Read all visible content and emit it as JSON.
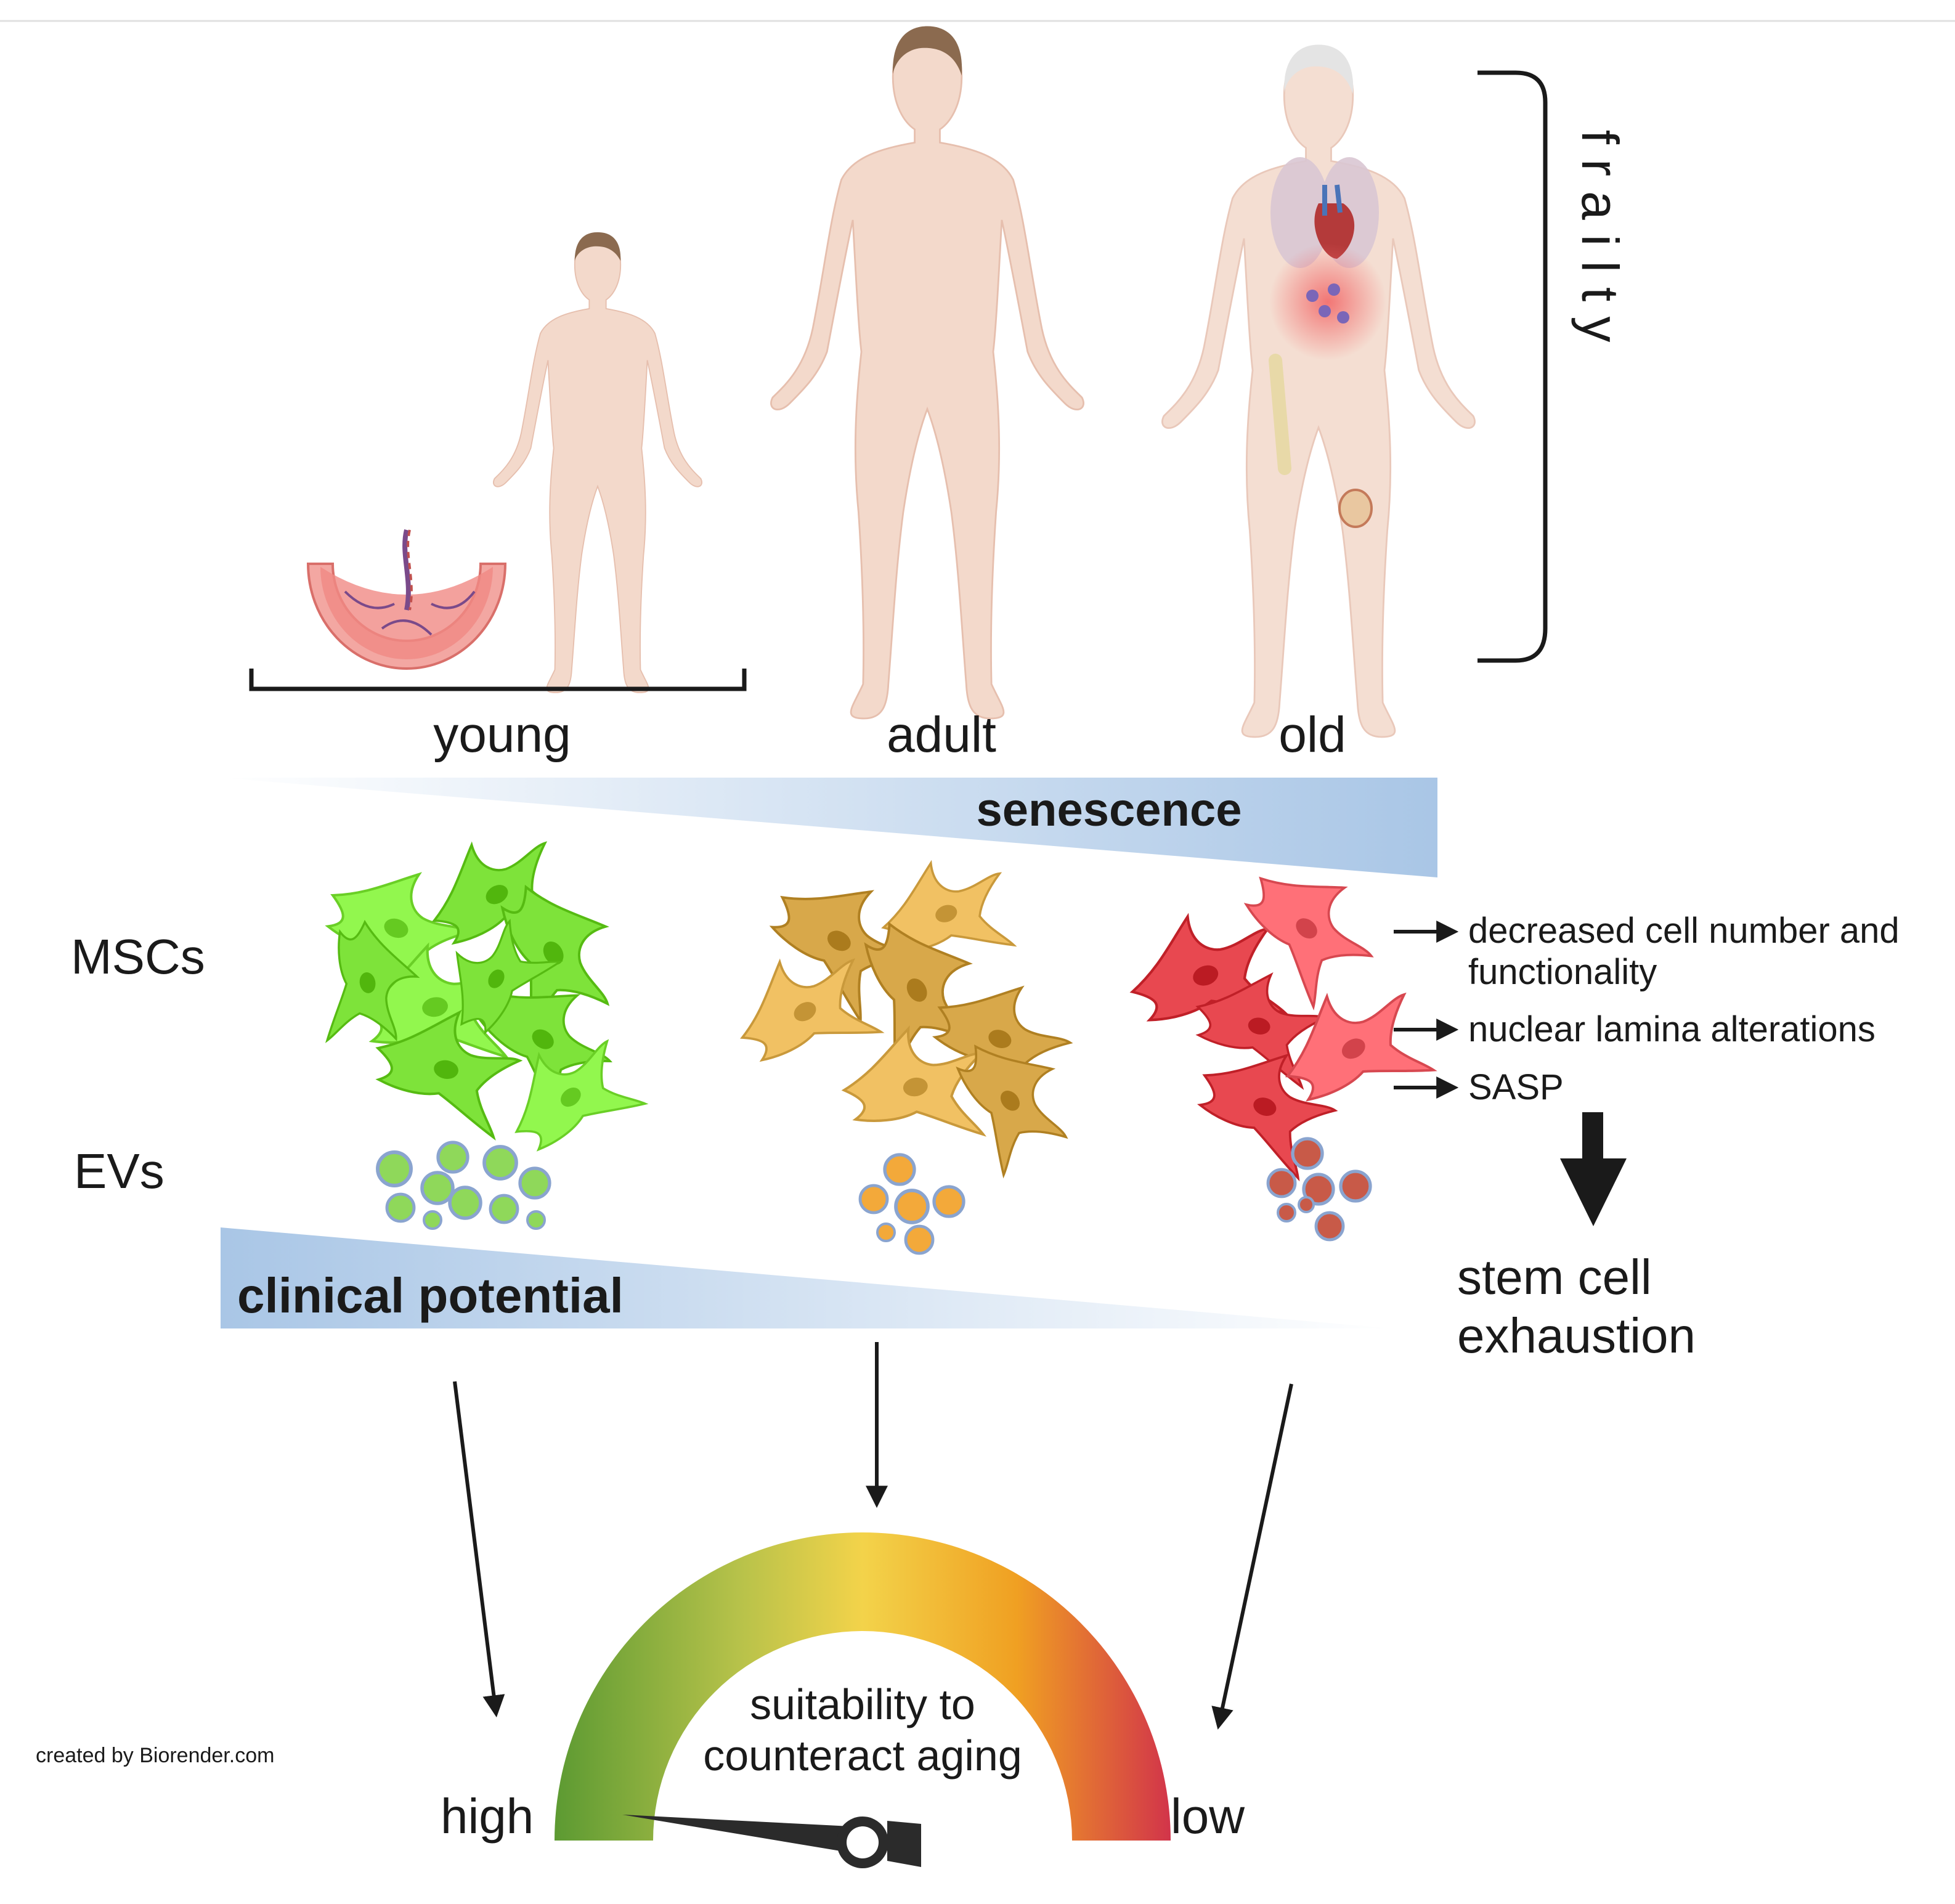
{
  "stages": {
    "young": "young",
    "adult": "adult",
    "old": "old"
  },
  "frailty_label": "frailty",
  "senescence_label": "senescence",
  "clinical_potential_label": "clinical potential",
  "rows": {
    "mscs": "MSCs",
    "evs": "EVs"
  },
  "effects": {
    "item1_line1": "decreased cell number and",
    "item1_line2": "functionality",
    "item2": "nuclear lamina alterations",
    "item3": "SASP"
  },
  "outcome": {
    "line1": "stem cell",
    "line2": "exhaustion"
  },
  "gauge": {
    "label_line1": "suitability to",
    "label_line2": "counteract aging",
    "high": "high",
    "low": "low"
  },
  "credit": "created by Biorender.com",
  "colors": {
    "young_cells": "#7ee33a",
    "adult_cells": "#d8a84a",
    "old_cells": "#e84850",
    "wedge": "#a9c6e6",
    "gauge_green": "#5c9a32",
    "gauge_yellow": "#f3d34a",
    "gauge_orange": "#f0a022",
    "gauge_red": "#d2344a"
  }
}
